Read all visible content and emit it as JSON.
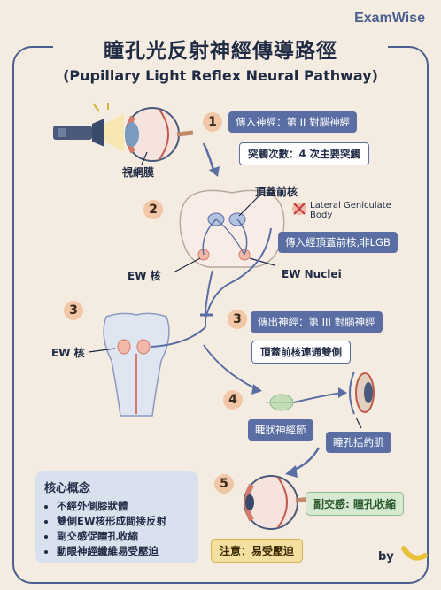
{
  "brand": "ExamWise",
  "title": {
    "zh": "瞳孔光反射神經傳導路徑",
    "en": "(Pupillary Light Reflex Neural Pathway)"
  },
  "steps": [
    {
      "num": "1",
      "pill": "傳入神經：第 II 對腦神經",
      "box": "突觸次數：4 次主要突觸"
    },
    {
      "num": "2"
    },
    {
      "num": "3"
    },
    {
      "num": "3",
      "pill": "傳出神經：第 III 對腦神經",
      "box": "頂蓋前核連通雙側"
    },
    {
      "num": "4"
    },
    {
      "num": "5"
    }
  ],
  "labels": {
    "retina": "視網膜",
    "pretectal": "頂蓋前核",
    "lgb": "Lateral Geniculate Body",
    "pretectal_pill": "傳入經頂蓋前核,非LGB",
    "ew_left": "EW 核",
    "ew_right": "EW Nuclei",
    "ew_brainstem": "EW 核",
    "ciliary_ganglion": "睫狀神經節",
    "sphincter": "瞳孔括約肌",
    "parasym": "副交感: 瞳孔收縮",
    "note": "注意：易受壓迫",
    "by": "by"
  },
  "concept": {
    "title": "核心概念",
    "items": [
      "不經外側膝狀體",
      "雙側EW核形成間接反射",
      "副交感促瞳孔收縮",
      "動眼神經纖維易受壓迫"
    ]
  },
  "colors": {
    "accent": "#5a6ea3",
    "badge": "#f2c7a7",
    "green": "#d6ead1",
    "note": "#f3dfa0"
  }
}
